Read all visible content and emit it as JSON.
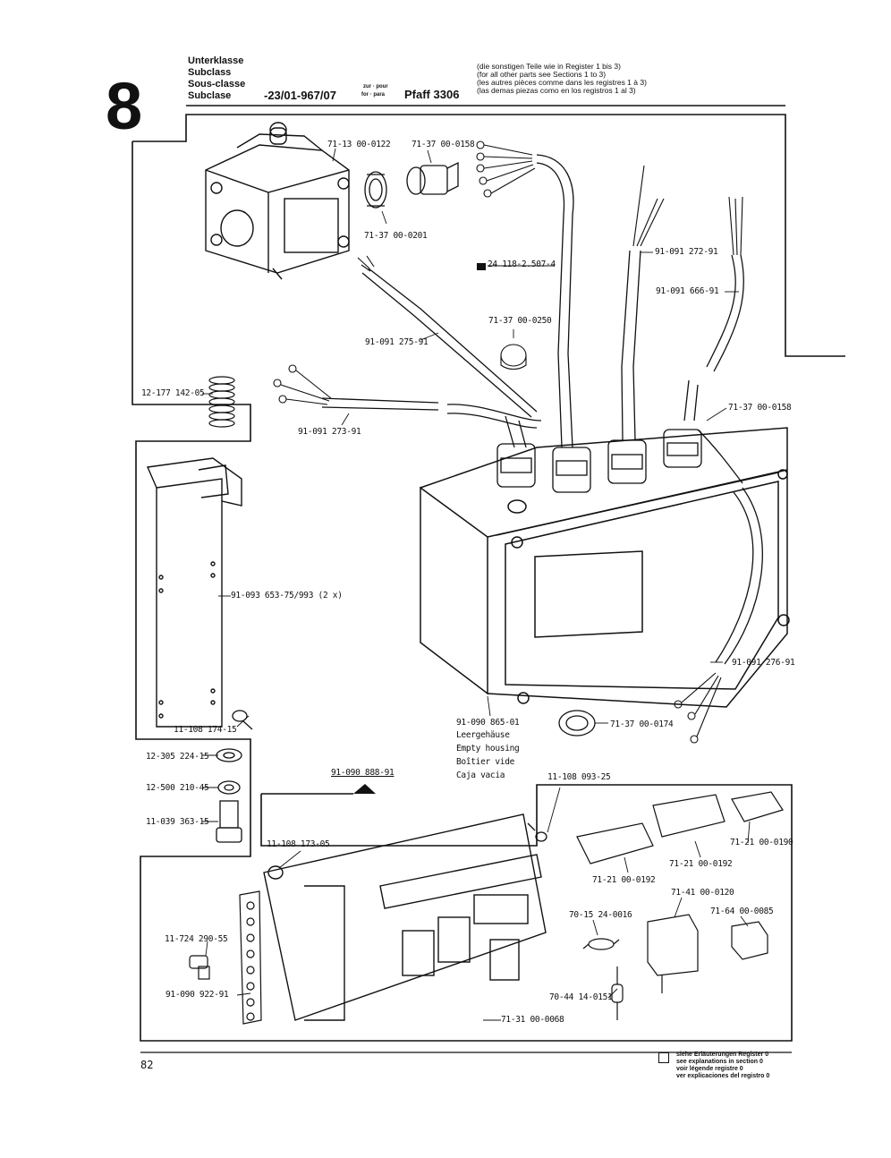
{
  "header": {
    "section_number": "8",
    "class_labels": [
      "Unterklasse",
      "Subclass",
      "Sous-classe",
      "Subclase"
    ],
    "class_code": "-23/01-967/07",
    "for_labels": [
      "zur · pour",
      "for · para"
    ],
    "machine": "Pfaff 3306",
    "notes": [
      "(die sonstigen Teile wie in Register 1 bis 3)",
      "(for all other parts see Sections 1 to 3)",
      "(les autres pièces comme dans les registres 1 à 3)",
      "(las demas piezas como en los registros 1 al 3)"
    ]
  },
  "parts": {
    "p71_13_00_0122": "71-13 00-0122",
    "p71_37_00_0158_a": "71-37 00-0158",
    "p71_37_00_0201": "71-37 00-0201",
    "p24_118": "24 118-2.507-4",
    "p91_091_272_91": "91-091 272-91",
    "p91_091_666_91": "91-091 666-91",
    "p71_37_00_0250": "71-37 00-0250",
    "p91_091_275_91": "91-091 275-91",
    "p12_177_142_05": "12-177 142-05",
    "p91_091_273_91": "91-091 273-91",
    "p71_37_00_0158_b": "71-37 00-0158",
    "p91_093_653": "91-093 653-75/993 (2 x)",
    "p91_091_276_91": "91-091 276-91",
    "p11_108_174_15": "11-108 174-15",
    "p91_090_865_01": "91-090 865-01",
    "housing_labels": [
      "Leergehäuse",
      "Empty housing",
      "Boîtier vide",
      "Caja vacia"
    ],
    "p71_37_00_0174": "71-37 00-0174",
    "p12_305_224_15": "12-305 224-15",
    "p12_500_210_45": "12-500 210-45",
    "p11_039_363_15": "11-039 363-15",
    "p91_090_888_91": "91-090 888-91",
    "p11_108_093_25": "11-108 093-25",
    "p11_108_173_05": "11-108 173-05",
    "p71_21_00_0190": "71-21 00-0190",
    "p71_21_00_0192_a": "71-21 00-0192",
    "p71_21_00_0192_b": "71-21 00-0192",
    "p71_41_00_0120": "71-41 00-0120",
    "p71_64_00_0085": "71-64 00-0085",
    "p70_15_24_0016": "70-15 24-0016",
    "p11_724_290_55": "11-724 290-55",
    "p91_090_922_91": "91-090 922-91",
    "p70_44_14_0151": "70-44 14-0151",
    "p71_31_00_0068": "71-31 00-0068"
  },
  "footer": {
    "page_number": "82",
    "legend": [
      "siehe Erläuterungen Register 0",
      "see explanations in section 0",
      "voir légende registre 0",
      "ver explicaciones del registro 0"
    ]
  }
}
